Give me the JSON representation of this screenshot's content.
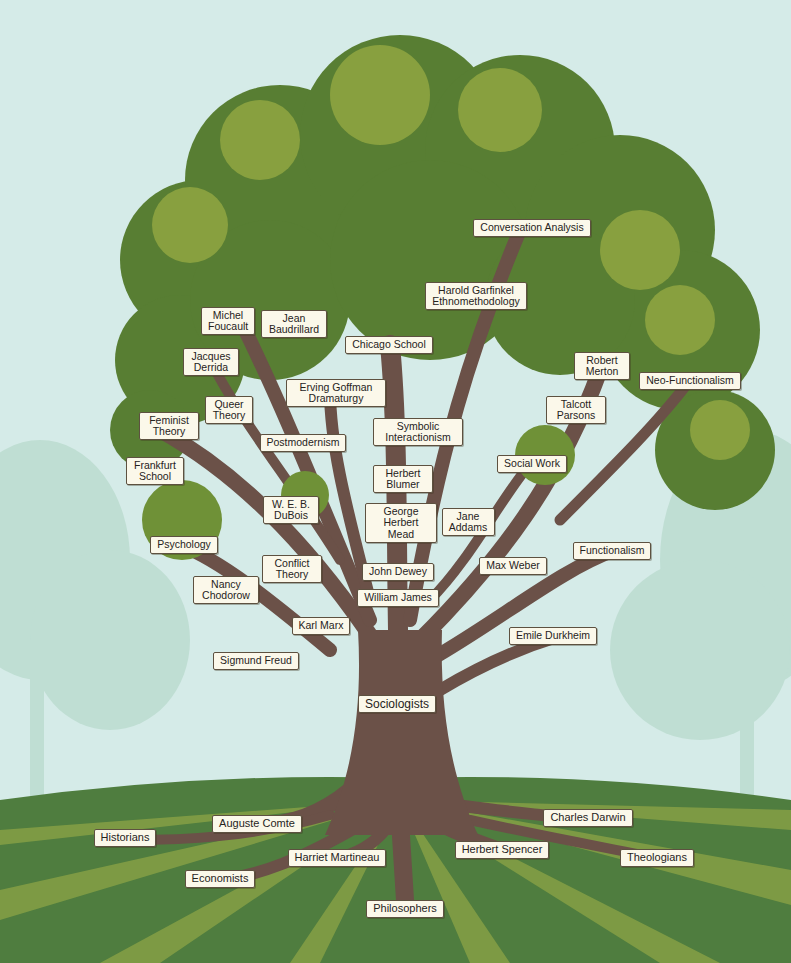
{
  "diagram": {
    "nodes": [
      {
        "text": [
          "Conversation Analysis"
        ]
      },
      {
        "text": [
          "Harold Garfinkel Ethnomethodology"
        ]
      },
      {
        "text": [
          "Michel Foucault"
        ]
      },
      {
        "text": [
          "Jean Baudrillard"
        ]
      },
      {
        "text": [
          "Chicago School"
        ]
      },
      {
        "text": [
          "Jacques Derrida"
        ]
      },
      {
        "text": [
          "Robert Merton"
        ]
      },
      {
        "text": [
          "Neo-Functionalism"
        ]
      },
      {
        "text": [
          "Erving Goffman Dramaturgy"
        ]
      },
      {
        "text": [
          "Talcott Parsons"
        ]
      },
      {
        "text": [
          "Feminist Theory"
        ]
      },
      {
        "text": [
          "Queer Theory"
        ]
      },
      {
        "text": [
          "Postmodernism"
        ]
      },
      {
        "text": [
          "Symbolic Interactionism"
        ]
      },
      {
        "text": [
          "Social Work"
        ]
      },
      {
        "text": [
          "Frankfurt School"
        ]
      },
      {
        "text": [
          "Herbert Blumer"
        ]
      },
      {
        "text": [
          "W. E. B. DuBois"
        ]
      },
      {
        "text": [
          "George Herbert Mead"
        ]
      },
      {
        "text": [
          "Jane Addams"
        ]
      },
      {
        "text": [
          "Psychology"
        ]
      },
      {
        "text": [
          "Functionalism"
        ]
      },
      {
        "text": [
          "Conflict Theory"
        ]
      },
      {
        "text": [
          "Nancy Chodorow"
        ]
      },
      {
        "text": [
          "John Dewey"
        ]
      },
      {
        "text": [
          "Max Weber"
        ]
      },
      {
        "text": [
          "William James"
        ]
      },
      {
        "text": [
          "Karl Marx"
        ]
      },
      {
        "text": [
          "Emile Durkheim"
        ]
      },
      {
        "text": [
          "Sigmund Freud"
        ]
      },
      {
        "text": [
          "Sociologists"
        ]
      },
      {
        "text": [
          "Auguste Comte"
        ]
      },
      {
        "text": [
          "Charles Darwin"
        ]
      },
      {
        "text": [
          "Historians"
        ]
      },
      {
        "text": [
          "Herbert Spencer"
        ]
      },
      {
        "text": [
          "Harriet Martineau"
        ]
      },
      {
        "text": [
          "Theologians"
        ]
      },
      {
        "text": [
          "Economists"
        ]
      },
      {
        "text": [
          "Philosophers"
        ]
      }
    ]
  }
}
